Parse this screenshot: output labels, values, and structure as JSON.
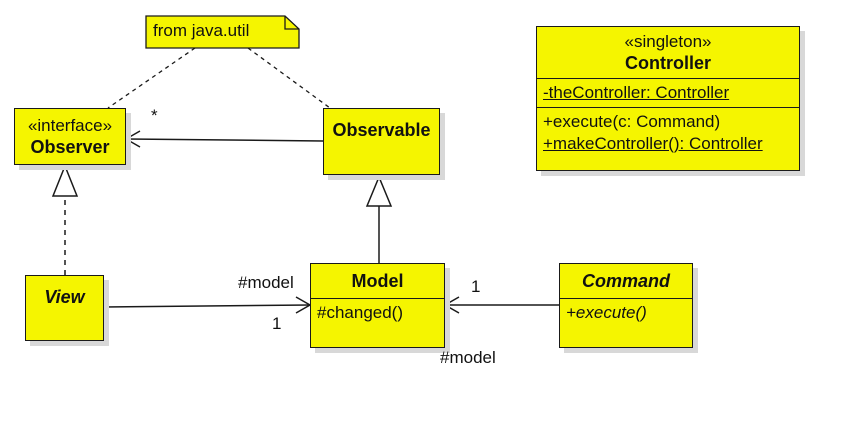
{
  "note": {
    "text": "from java.util"
  },
  "observer": {
    "stereotype": "«interface»",
    "name": "Observer"
  },
  "observable": {
    "name": "Observable"
  },
  "view": {
    "name": "View"
  },
  "model": {
    "name": "Model",
    "operations": [
      "#changed()"
    ]
  },
  "command": {
    "name": "Command",
    "operations": [
      "+execute()"
    ]
  },
  "controller": {
    "stereotype": "«singleton»",
    "name": "Controller",
    "attributes": [
      "-theController: Controller"
    ],
    "operations": [
      "+execute(c: Command)",
      "+makeController(): Controller"
    ]
  },
  "associations": {
    "observer_multiplicity": "*",
    "view_model_role": "#model",
    "view_model_multiplicity": "1",
    "command_model_multiplicity": "1",
    "command_model_role": "#model"
  },
  "colors": {
    "class_fill": "#f5f500",
    "line": "#1a1a1a",
    "shadow": "#d8d8d8"
  }
}
